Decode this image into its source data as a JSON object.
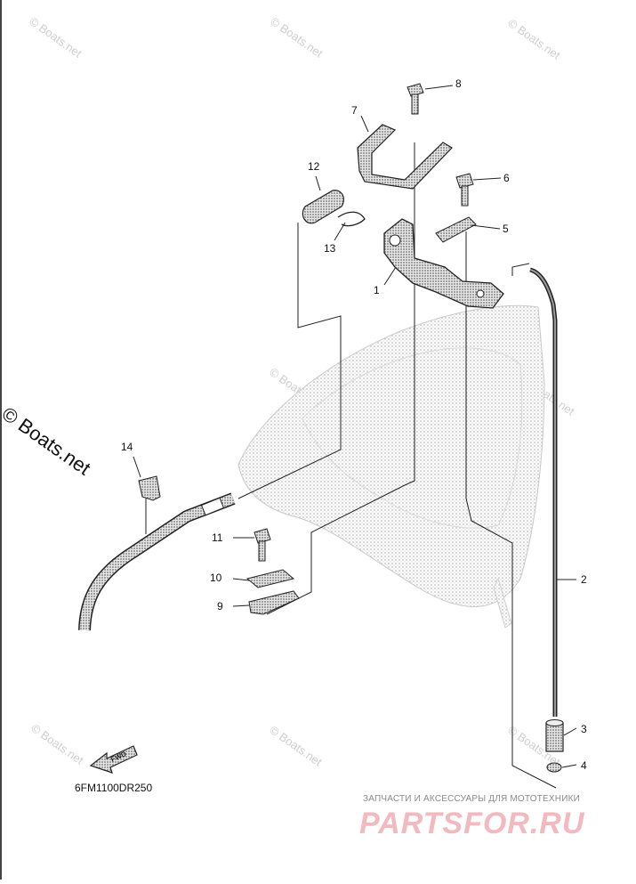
{
  "watermark": {
    "main": "© Boats.net",
    "small": "© Boats.net"
  },
  "diagram_code": "6FM1100DR250",
  "shop": {
    "caption": "ЗАПЧАСТИ И АКСЕССУАРЫ ДЛЯ МОТОТЕХНИКИ",
    "brand": "PARTSFOR.RU"
  },
  "fwd_label": "FWD",
  "callouts": {
    "c1": "1",
    "c2": "2",
    "c3": "3",
    "c4": "4",
    "c5": "5",
    "c6": "6",
    "c7": "7",
    "c8": "8",
    "c9": "9",
    "c10": "10",
    "c11": "11",
    "c12": "12",
    "c13": "13",
    "c14": "14"
  }
}
